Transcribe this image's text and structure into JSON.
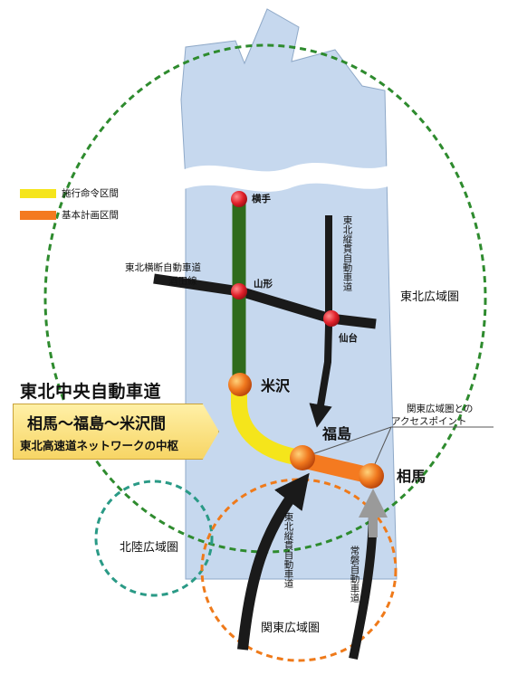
{
  "legend": [
    {
      "label": "施行命令区間",
      "color": "#f5e51b"
    },
    {
      "label": "基本計画区間",
      "color": "#f47a20"
    }
  ],
  "cities": {
    "yokote": "横手",
    "yamagata": "山形",
    "sendai": "仙台",
    "yonezawa": "米沢",
    "fukushima": "福島",
    "soma": "相馬"
  },
  "roads": {
    "tohoku_odan_line1": "東北横断自動車道",
    "tohoku_odan_line2": "酒田線",
    "tohoku_jukan_north": "東北縦貫自動車道",
    "tohoku_jukan_south": "東北縦貫自動車道",
    "joban": "常磐自動車道"
  },
  "regions": {
    "tohoku": "東北広域圏",
    "hokuriku": "北陸広域圏",
    "kanto": "関東広域圏"
  },
  "annotation": {
    "line1": "関東広域圏との",
    "line2": "アクセスポイント"
  },
  "title": "東北中央自動車道",
  "banner": {
    "line1": "相馬〜福島〜米沢間",
    "line2": "東北高速道ネットワークの中枢"
  },
  "colors": {
    "land": "#c6d8ee",
    "tohoku_circle": "#2e8b2e",
    "hokuriku_circle": "#2a9a86",
    "kanto_circle": "#ef7a1a",
    "green_road": "#2f6b1c",
    "yellow_road": "#f5e51b",
    "orange_road": "#f47a20",
    "black_road": "#1a1a1a",
    "gray_road": "#9a9a9a",
    "city_dot": "#e0202a"
  }
}
